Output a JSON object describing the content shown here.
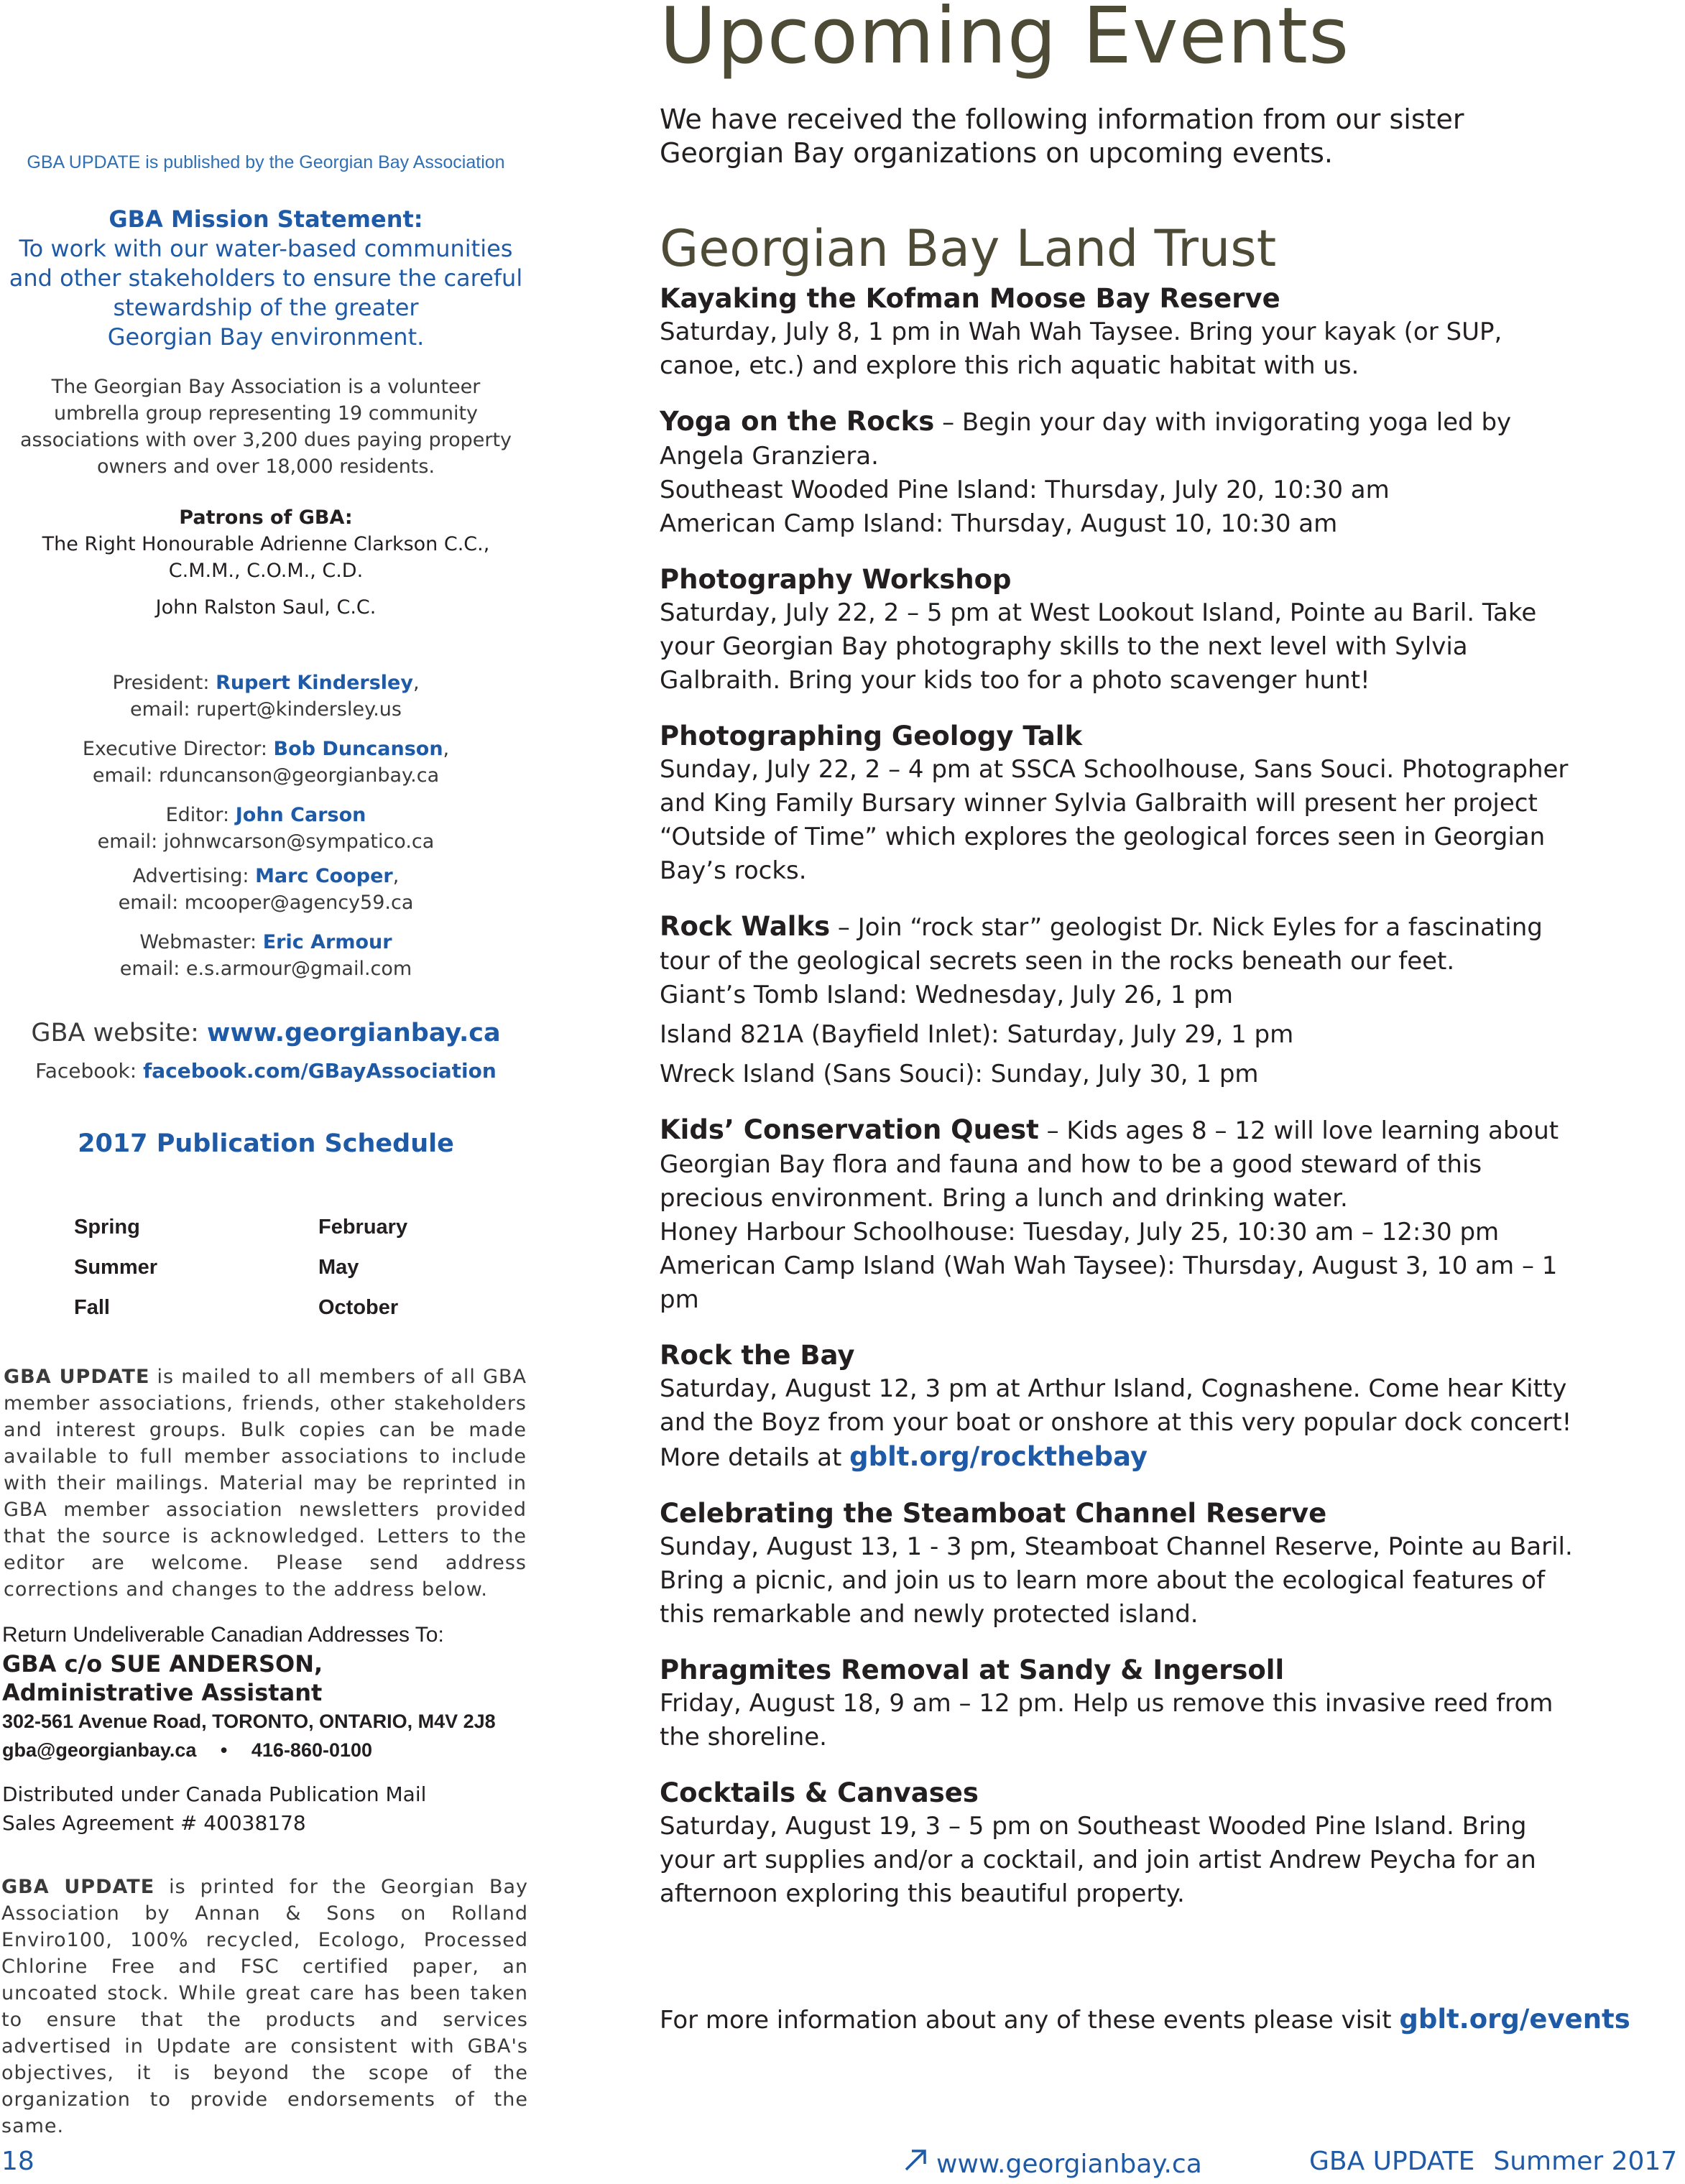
{
  "sidebar": {
    "published_by": "GBA UPDATE is published by the Georgian Bay Association",
    "mission_title": "GBA Mission Statement:",
    "mission_lines": [
      "To work with our water-based communities",
      "and other stakeholders to ensure the careful",
      "stewardship of the greater",
      "Georgian Bay environment."
    ],
    "about_lines": [
      "The Georgian Bay Association is a volunteer",
      "umbrella group representing 19 community",
      "associations with over 3,200 dues paying property",
      "owners and over 18,000 residents."
    ],
    "patrons_title": "Patrons of GBA:",
    "patrons_lines": [
      "The Right Honourable Adrienne Clarkson C.C.,",
      "C.M.M., C.O.M., C.D."
    ],
    "patron2": "John Ralston Saul, C.C.",
    "contacts": [
      {
        "role": "President: ",
        "name": "Rupert Kindersley",
        "sep": ",",
        "email": "email: rupert@kindersley.us"
      },
      {
        "role": "Executive Director: ",
        "name": "Bob Duncanson",
        "sep": ",",
        "email": "email: rduncanson@georgianbay.ca"
      },
      {
        "role": "Editor: ",
        "name": "John Carson",
        "sep": "",
        "email": "email: johnwcarson@sympatico.ca"
      },
      {
        "role": "Advertising: ",
        "name": "Marc Cooper",
        "sep": ",",
        "email": "email: mcooper@agency59.ca"
      },
      {
        "role": "Webmaster: ",
        "name": "Eric Armour",
        "sep": "",
        "email": "email: e.s.armour@gmail.com"
      }
    ],
    "website_label": "GBA website: ",
    "website_url": "www.georgianbay.ca",
    "facebook_label": "Facebook: ",
    "facebook_url": "facebook.com/GBayAssociation",
    "schedule_title": "2017 Publication Schedule",
    "schedule": [
      {
        "season": "Spring",
        "month": "February"
      },
      {
        "season": "Summer",
        "month": "May"
      },
      {
        "season": "Fall",
        "month": "October"
      }
    ],
    "mailed_lead": "GBA UPDATE",
    "mailed_text": " is mailed to all members of all GBA member associations, friends, other stakeholders and interest groups. Bulk copies can be made available to full member associations to include with their mailings. Material may be reprinted in GBA member association newsletters provided that the source is acknowledged. Letters to the editor are welcome. Please send address corrections and changes to the address below.",
    "return_title": "Return Undeliverable Canadian Addresses To:",
    "return_name1": "GBA c/o SUE ANDERSON,",
    "return_name2": "Administrative Assistant",
    "return_address": "302-561 Avenue Road, TORONTO, ONTARIO, M4V 2J8",
    "return_email": "gba@georgianbay.ca",
    "return_bullet": "•",
    "return_phone": "416-860-0100",
    "distributed_lines": [
      "Distributed under Canada Publication Mail",
      "Sales Agreement # 40038178"
    ],
    "printed_lead": "GBA UPDATE",
    "printed_text": " is printed for the Georgian Bay Association by Annan & Sons on Rolland Enviro100, 100% recycled,  Ecologo, Processed Chlorine Free and FSC certified paper, an uncoated stock. While great care has been taken to ensure that the products and services advertised in Update are consistent with GBA's objectives, it is beyond the scope of the organization to provide endorsements of the same."
  },
  "main": {
    "title": "Upcoming Events",
    "intro_lines": [
      "We have received the following information from our sister",
      "Georgian Bay organizations on upcoming events."
    ],
    "section_title": "Georgian Bay Land Trust",
    "events": [
      {
        "title": "Kayaking the Kofman Moose Bay Reserve",
        "lines": [
          "Saturday, July 8, 1 pm in Wah Wah Taysee. Bring your kayak (or SUP, canoe, etc.) and explore this rich aquatic habitat with us."
        ]
      },
      {
        "title": "Yoga on the Rocks",
        "inline": " – Begin your day with invigorating yoga led by Angela Granziera.",
        "lines": [
          "Southeast Wooded Pine Island: Thursday, July 20, 10:30 am\nAmerican Camp Island: Thursday, August 10, 10:30 am"
        ]
      },
      {
        "title": "Photography Workshop",
        "lines": [
          "Saturday, July 22, 2 – 5 pm at West Lookout Island, Pointe au Baril. Take your Georgian Bay photography skills to the next level with Sylvia Galbraith. Bring your kids too for a photo scavenger hunt!"
        ]
      },
      {
        "title": "Photographing Geology Talk",
        "lines": [
          "Sunday, July 22, 2 – 4 pm at SSCA Schoolhouse, Sans Souci. Photographer and King Family Bursary winner Sylvia Galbraith will present her project “Outside of Time” which explores the geological forces seen in Georgian Bay’s rocks."
        ]
      },
      {
        "title": "Rock Walks",
        "inline": " – Join “rock star” geologist Dr. Nick Eyles for a fascinating tour of the geological secrets seen in the rocks beneath our feet.",
        "lines": [
          "Giant’s Tomb Island: Wednesday, July 26, 1 pm",
          "Island 821A (Bayfield Inlet): Saturday, July 29, 1 pm",
          "Wreck Island (Sans Souci): Sunday, July 30, 1 pm"
        ]
      },
      {
        "title": "Kids’ Conservation Quest",
        "inline": " – Kids ages 8 – 12 will love learning about Georgian Bay flora and fauna and how to be a good steward of this precious environment. Bring a lunch and drinking water.",
        "lines": [
          "Honey Harbour Schoolhouse: Tuesday, July 25, 10:30 am – 12:30 pm\nAmerican Camp Island (Wah Wah Taysee): Thursday, August 3, 10 am – 1 pm"
        ]
      },
      {
        "title": "Rock the Bay",
        "lines": [
          "Saturday, August 12, 3 pm at Arthur Island, Cognashene. Come hear Kitty and the Boyz from your boat or onshore at this very popular dock concert!"
        ],
        "more_label": "More details at ",
        "more_link": "gblt.org/rockthebay"
      },
      {
        "title": "Celebrating the Steamboat Channel Reserve",
        "lines": [
          "Sunday, August 13, 1 - 3 pm, Steamboat Channel Reserve, Pointe au Baril. Bring a picnic, and join us to learn more about the ecological features of this remarkable and newly protected island."
        ]
      },
      {
        "title": "Phragmites Removal at Sandy & Ingersoll",
        "lines": [
          "Friday, August 18, 9 am – 12 pm. Help us remove this invasive reed from the shoreline."
        ]
      },
      {
        "title": "Cocktails & Canvases",
        "lines": [
          "Saturday, August 19, 3 – 5 pm on Southeast Wooded Pine Island. Bring your art supplies and/or a cocktail, and join artist Andrew Peycha for an afternoon exploring this beautiful property."
        ]
      }
    ],
    "more_info_text": "For more information about any of these events please visit ",
    "more_info_link": "gblt.org/events"
  },
  "footer": {
    "page_number": "18",
    "url_icon": "external-link-arrow-icon",
    "url": "www.georgianbay.ca",
    "publication": "GBA UPDATE",
    "season": "Summer 2017"
  }
}
